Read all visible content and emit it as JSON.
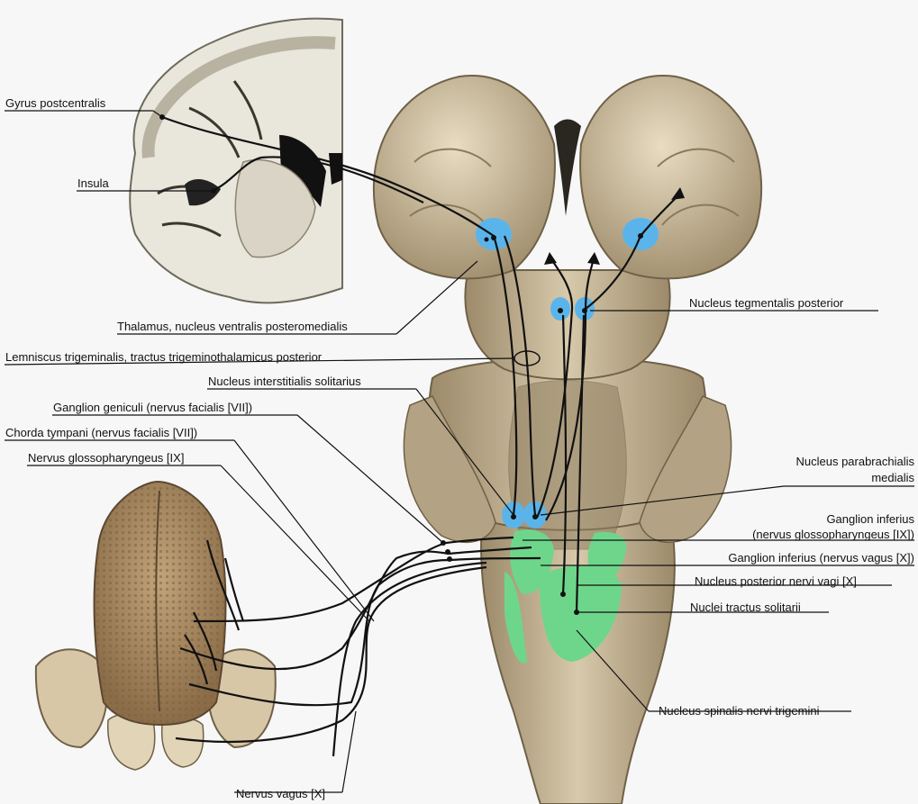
{
  "labels": {
    "gyrus_postcentralis": "Gyrus postcentralis",
    "insula": "Insula",
    "thalamus": "Thalamus, nucleus ventralis posteromedialis",
    "lemniscus": "Lemniscus trigeminalis, tractus trigeminothalamicus posterior",
    "nucleus_interstitialis": "Nucleus interstitialis solitarius",
    "ganglion_geniculi": "Ganglion geniculi (nervus facialis [VII])",
    "chorda_tympani": "Chorda tympani (nervus facialis [VII])",
    "nervus_glossopharyngeus": "Nervus glossopharyngeus [IX]",
    "nervus_vagus": "Nervus vagus [X]",
    "nucleus_tegmentalis": "Nucleus tegmentalis posterior",
    "nucleus_parabrachialis_1": "Nucleus parabrachialis",
    "nucleus_parabrachialis_2": "medialis",
    "ganglion_inferius_ix_1": "Ganglion inferius",
    "ganglion_inferius_ix_2": "(nervus glossopharyngeus [IX])",
    "ganglion_inferius_x": "Ganglion inferius (nervus vagus [X])",
    "nucleus_posterior_vagi": "Nucleus posterior nervi vagi [X]",
    "nuclei_tractus": "Nuclei tractus solitarii",
    "nucleus_spinalis": "Nucleus spinalis nervi trigemini"
  },
  "colors": {
    "nucleus_blue": "#5ab4ea",
    "nucleus_green": "#6ed68a",
    "tissue": "#c4b596",
    "tongue": "#a88a63"
  }
}
